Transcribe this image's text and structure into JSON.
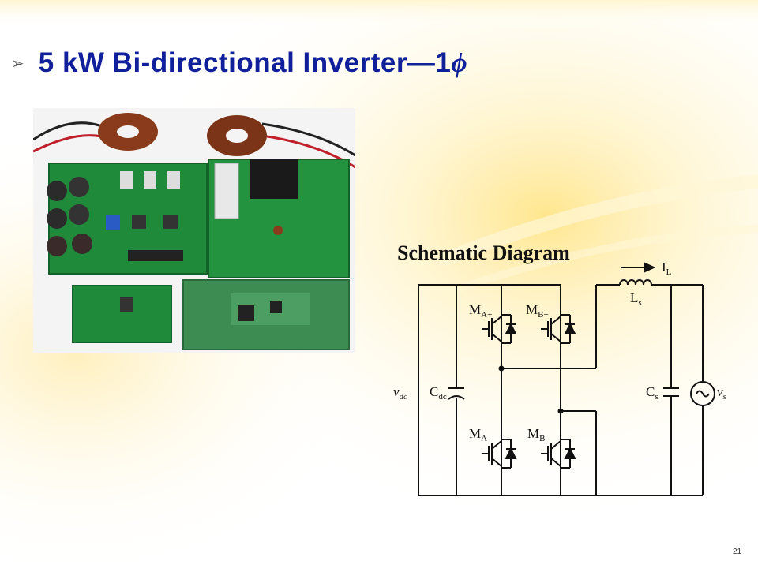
{
  "slide": {
    "bullet_glyph": "➢",
    "title_text": "5 kW Bi-directional Inverter—1",
    "title_phi": "ϕ",
    "page_number": "21",
    "accent_color": "#10209a"
  },
  "photo": {
    "description_icon": "pcb-photo"
  },
  "schematic": {
    "title": "Schematic Diagram",
    "labels": {
      "vdc_main": "v",
      "vdc_sub": "dc",
      "cdc_main": "C",
      "cdc_sub": "dc",
      "ma_plus_main": "M",
      "ma_plus_sub": "A+",
      "mb_plus_main": "M",
      "mb_plus_sub": "B+",
      "ma_minus_main": "M",
      "ma_minus_sub": "A-",
      "mb_minus_main": "M",
      "mb_minus_sub": "B-",
      "ls_main": "L",
      "ls_sub": "s",
      "il_main": "I",
      "il_sub": "L",
      "cs_main": "C",
      "cs_sub": "s",
      "vs_main": "v",
      "vs_sub": "s"
    }
  }
}
